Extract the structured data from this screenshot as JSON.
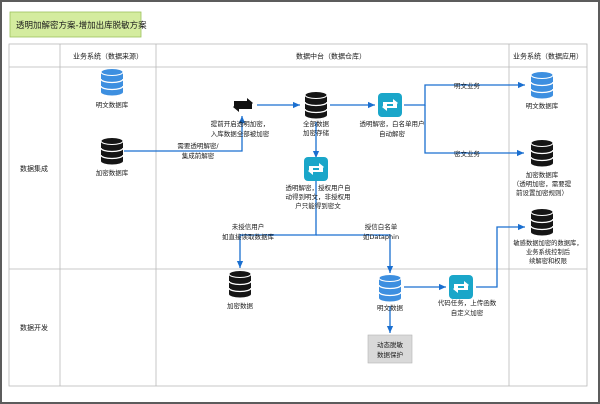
{
  "title": "透明加解密方案-增加出库脱敏方案",
  "columns": {
    "source": "业务系统（数据来源）",
    "middle": "数据中台（数据仓库）",
    "app": "业务系统（数据应用）"
  },
  "rows": {
    "integration": "数据集成",
    "development": "数据开发"
  },
  "nodes": {
    "src_plain_db": "明文数据库",
    "src_enc_db": "加密数据库",
    "full_data_1": "全部数据",
    "full_data_2": "加密存储",
    "enc_data": "加密数据",
    "plain_data": "明文数据",
    "dynamic_mask_1": "动态脱敏",
    "dynamic_mask_2": "数据保护",
    "app_plain_db": "明文数据库",
    "app_enc_db_1": "加密数据库",
    "app_enc_db_2": "（透明加密，需要提",
    "app_enc_db_3": "前设置加密规则）",
    "app_sens_1": "敏感数据加密的数据库，",
    "app_sens_2": "业务系统控制后",
    "app_sens_3": "续解密和权限"
  },
  "labels": {
    "enable_1": "提前开启透明加密，",
    "enable_2": "入库数据全部被加密",
    "need_1": "需要透明解密/",
    "need_2": "集成前解密",
    "whitelist_1": "透明解密，白名单用户",
    "whitelist_2": "自动解密",
    "plain_biz": "明文业务",
    "cipher_biz": "密文业务",
    "auth_1": "透明解密，授权用户自",
    "auth_2": "动得到明文，非授权用",
    "auth_3": "户只能得到密文",
    "unauth_1": "未授信用户",
    "unauth_2": "如直接读取数据库",
    "trusted_1": "授信白名单",
    "trusted_2": "如Dataphin",
    "code_1": "代码任务，上传函数",
    "code_2": "自定义加密"
  },
  "colors": {
    "arrow": "#1a6fd0",
    "db_blue": "#3d8fe0",
    "db_dark": "#151515",
    "teal": "#1aa6c9",
    "title_bg": "#d4ec9f",
    "border": "#b9b9b9",
    "dark_frame": "#5c5c5c"
  },
  "icons": [
    "database-icon",
    "sync-icon",
    "cloud-flow-icon"
  ]
}
